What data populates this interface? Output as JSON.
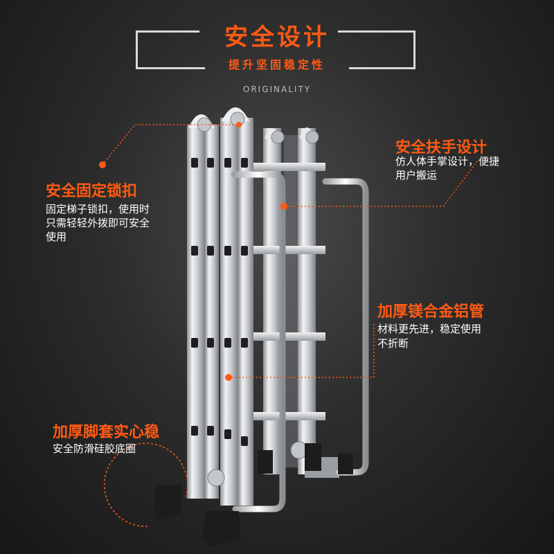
{
  "header": {
    "title": "安全设计",
    "subtitle": "提升坚固稳定性",
    "brand_word": "ORIGINALITY"
  },
  "callouts": {
    "handrail": {
      "title": "安全扶手设计",
      "desc_line1": "仿人体手掌设计，便捷",
      "desc_line2": "用户搬运"
    },
    "lock": {
      "title": "安全固定锁扣",
      "desc_line1": "固定梯子锁扣，使用时",
      "desc_line2": "只需轻轻外拨即可安全",
      "desc_line3": "使用"
    },
    "tube": {
      "title": "加厚镁合金铝管",
      "desc_line1": "材料更先进，稳定使用",
      "desc_line2": "不折断"
    },
    "foot": {
      "title": "加厚脚套实心稳",
      "desc_line1": "安全防滑硅胶底圈"
    }
  },
  "colors": {
    "accent": "#ff5a14",
    "background": "#2c2c2c",
    "text": "#ffffff"
  },
  "product_image": "folding-aluminum-ladder"
}
